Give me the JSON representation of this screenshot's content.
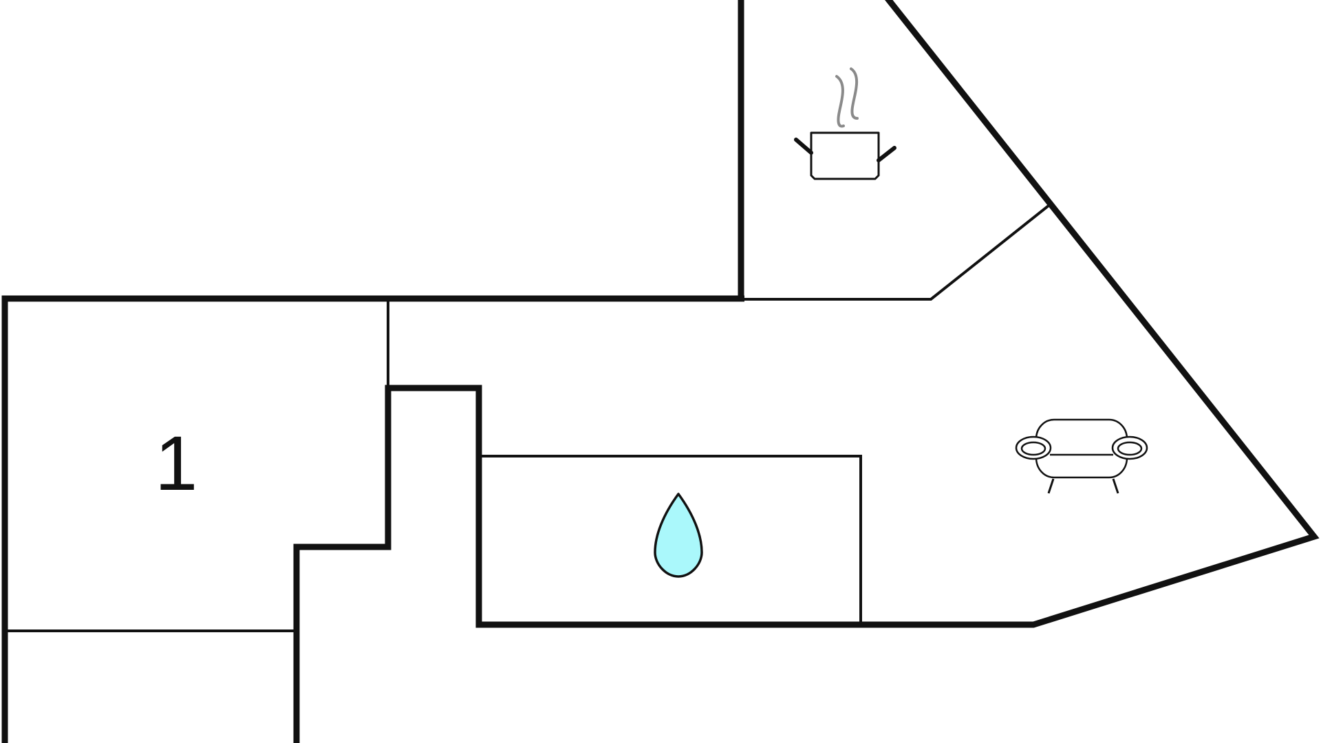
{
  "floorplan": {
    "rooms": [
      {
        "id": "bedroom",
        "label": "1",
        "icon": "none"
      },
      {
        "id": "bathroom",
        "label": "",
        "icon": "water-drop-icon"
      },
      {
        "id": "kitchen",
        "label": "",
        "icon": "cooking-pot-icon"
      },
      {
        "id": "living-room",
        "label": "",
        "icon": "sofa-icon"
      }
    ]
  },
  "colors": {
    "background": "#ffffff",
    "wall": "#111111",
    "steam": "#8a8a8a",
    "water": "#aaf8fb"
  }
}
